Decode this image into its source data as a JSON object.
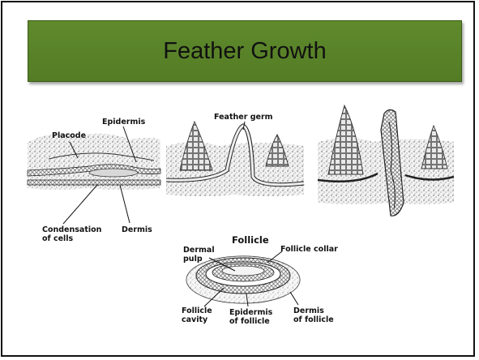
{
  "slide": {
    "title": "Feather Growth"
  },
  "diagram": {
    "panel1": {
      "placode": "Placode",
      "epidermis": "Epidermis",
      "condensation_line1": "Condensation",
      "condensation_line2": "of cells",
      "dermis": "Dermis"
    },
    "panel2": {
      "feather_germ": "Feather germ"
    },
    "follicle": {
      "title": "Follicle",
      "dermal_pulp_line1": "Dermal",
      "dermal_pulp_line2": "pulp",
      "follicle_collar": "Follicle collar",
      "follicle_cavity_line1": "Follicle",
      "follicle_cavity_line2": "cavity",
      "epidermis_line1": "Epidermis",
      "epidermis_line2": "of follicle",
      "dermis_line1": "Dermis",
      "dermis_line2": "of follicle"
    }
  }
}
